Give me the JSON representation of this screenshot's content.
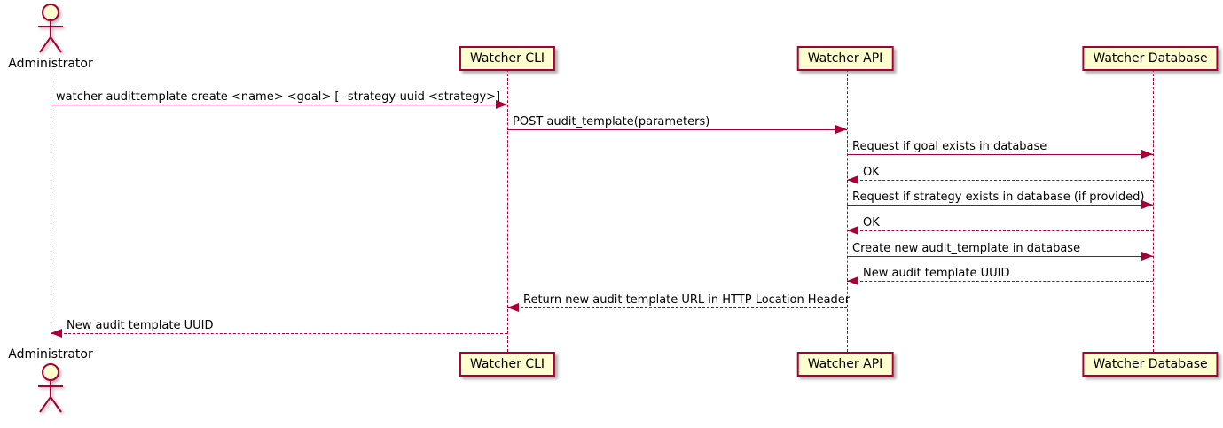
{
  "diagram": {
    "type": "sequence",
    "participants": [
      {
        "name": "Administrator",
        "kind": "actor"
      },
      {
        "name": "Watcher CLI",
        "kind": "participant"
      },
      {
        "name": "Watcher API",
        "kind": "participant"
      },
      {
        "name": "Watcher Database",
        "kind": "participant"
      }
    ],
    "messages": [
      {
        "from": "Administrator",
        "to": "Watcher CLI",
        "line": "solid",
        "text": "watcher audittemplate create <name> <goal> [--strategy-uuid <strategy>]"
      },
      {
        "from": "Watcher CLI",
        "to": "Watcher API",
        "line": "solid",
        "text": "POST audit_template(parameters)"
      },
      {
        "from": "Watcher API",
        "to": "Watcher Database",
        "line": "solid",
        "text": "Request if goal exists in database"
      },
      {
        "from": "Watcher Database",
        "to": "Watcher API",
        "line": "dashed",
        "text": "OK"
      },
      {
        "from": "Watcher API",
        "to": "Watcher Database",
        "line": "solid",
        "text": "Request if strategy exists in database (if provided)"
      },
      {
        "from": "Watcher Database",
        "to": "Watcher API",
        "line": "dashed",
        "text": "OK"
      },
      {
        "from": "Watcher API",
        "to": "Watcher Database",
        "line": "solid",
        "text": "Create new audit_template in database"
      },
      {
        "from": "Watcher Database",
        "to": "Watcher API",
        "line": "dashed",
        "text": "New audit template UUID"
      },
      {
        "from": "Watcher API",
        "to": "Watcher CLI",
        "line": "dashed",
        "text": "Return new audit template URL in HTTP Location Header"
      },
      {
        "from": "Watcher CLI",
        "to": "Administrator",
        "line": "dashed",
        "text": "New audit template UUID"
      }
    ],
    "colors": {
      "accent": "#A80036",
      "participant_fill": "#FEFECE",
      "text": "#000000",
      "background": "#FFFFFF"
    }
  }
}
